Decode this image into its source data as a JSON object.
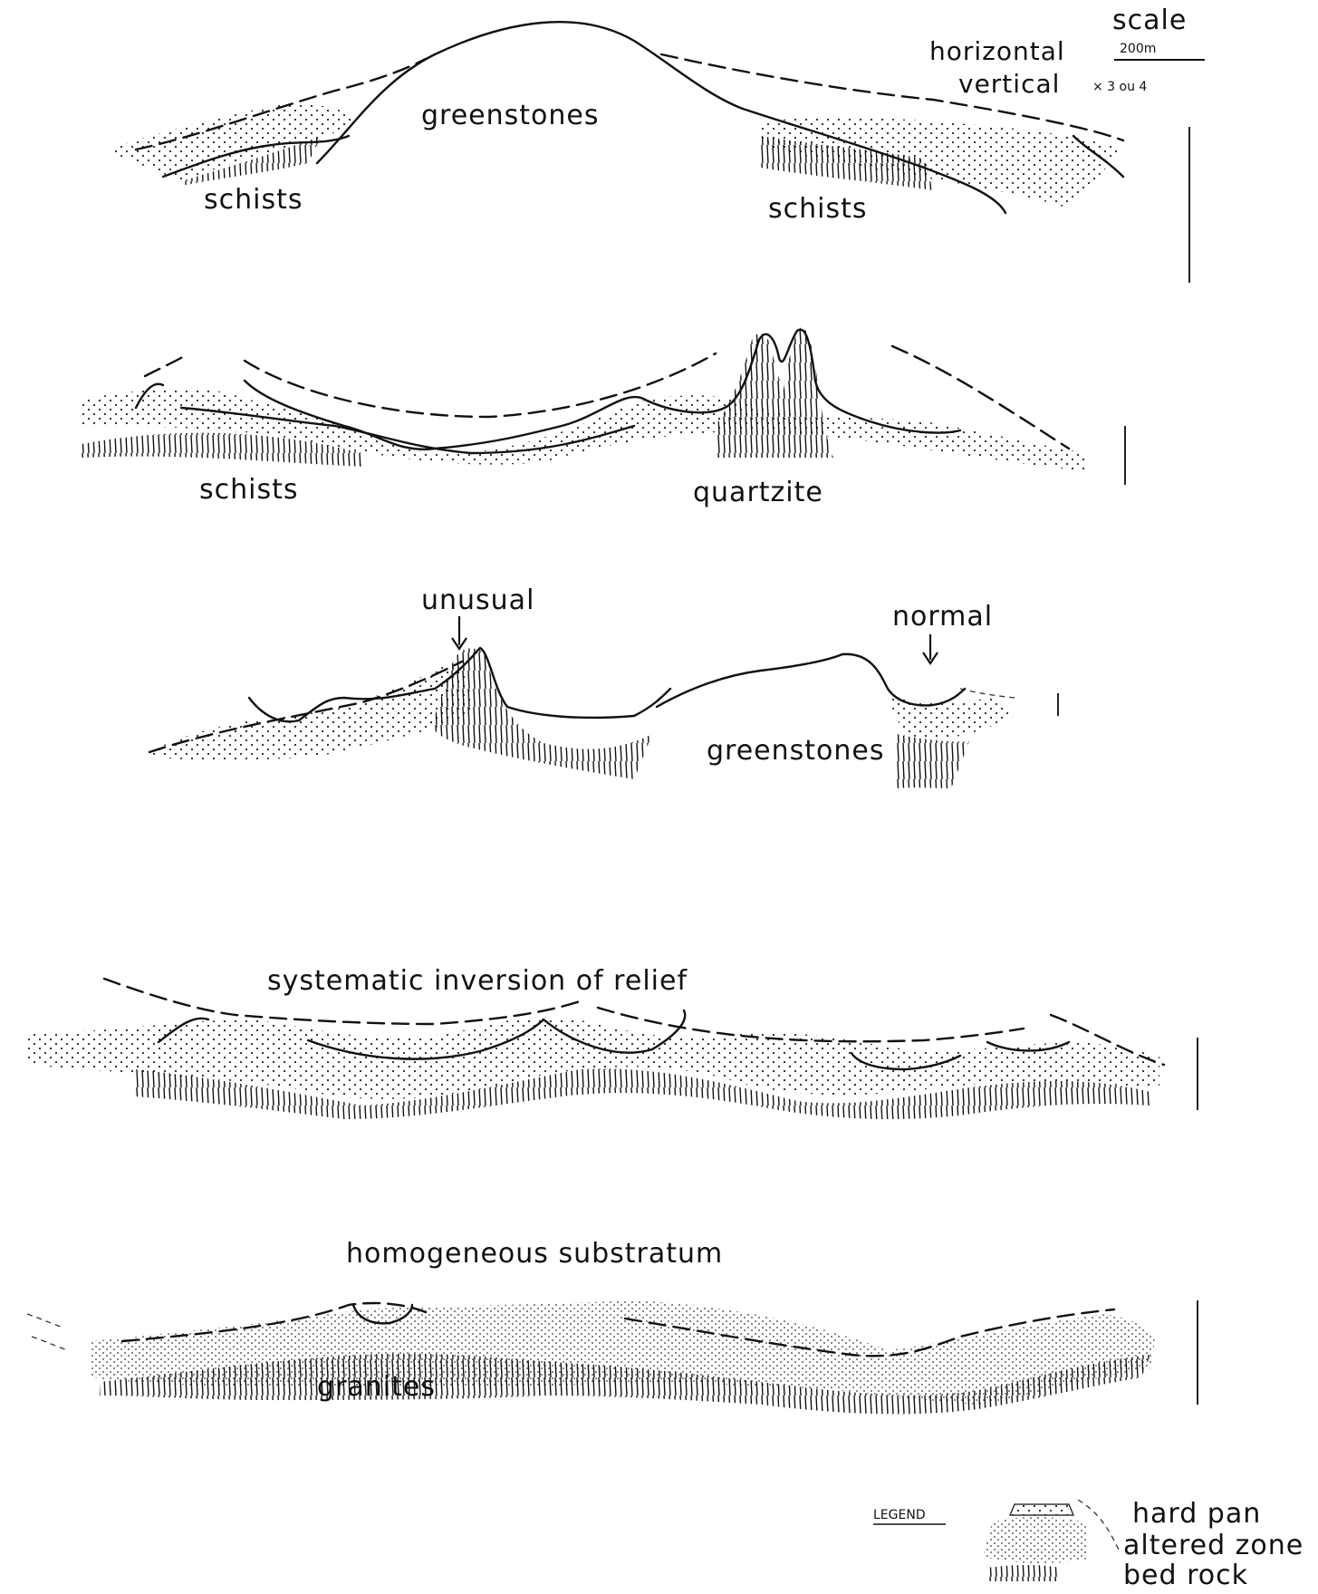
{
  "scale": {
    "title": "scale",
    "horizontal_label": "horizontal",
    "horizontal_value": "200m",
    "vertical_label": "vertical",
    "vertical_value": "× 3 ou 4"
  },
  "profiles": [
    {
      "id": "p1",
      "labels": [
        "greenstones",
        "schists",
        "schists"
      ]
    },
    {
      "id": "p2",
      "labels": [
        "schists",
        "quartzite"
      ]
    },
    {
      "id": "p3",
      "labels": [
        "unusual",
        "normal",
        "greenstones"
      ]
    },
    {
      "id": "p4",
      "title": "systematic inversion of relief"
    },
    {
      "id": "p5",
      "title": "homogeneous substratum",
      "labels": [
        "granites"
      ]
    }
  ],
  "legend": {
    "title": "LEGEND",
    "items": [
      "hard pan",
      "altered zone",
      "bed rock"
    ]
  },
  "colors": {
    "ink": "#111111",
    "paper": "#ffffff"
  }
}
